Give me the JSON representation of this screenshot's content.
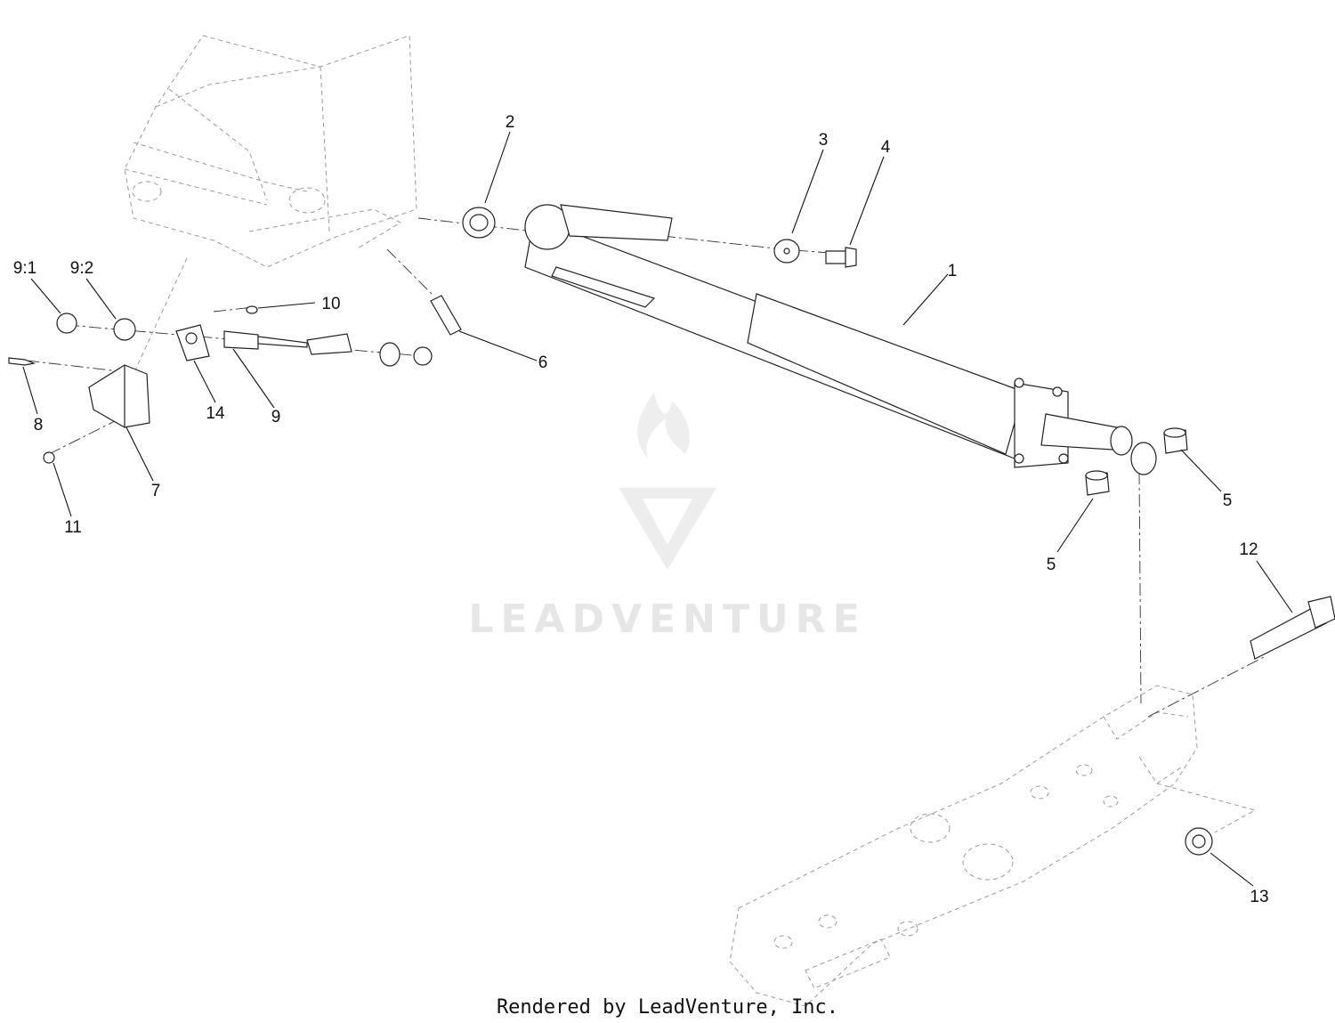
{
  "diagram": {
    "callouts": [
      {
        "id": "c1",
        "text": "1"
      },
      {
        "id": "c2",
        "text": "2"
      },
      {
        "id": "c3",
        "text": "3"
      },
      {
        "id": "c4",
        "text": "4"
      },
      {
        "id": "c5a",
        "text": "5"
      },
      {
        "id": "c5b",
        "text": "5"
      },
      {
        "id": "c6",
        "text": "6"
      },
      {
        "id": "c7",
        "text": "7"
      },
      {
        "id": "c8",
        "text": "8"
      },
      {
        "id": "c9",
        "text": "9"
      },
      {
        "id": "c91",
        "text": "9:1"
      },
      {
        "id": "c92",
        "text": "9:2"
      },
      {
        "id": "c10",
        "text": "10"
      },
      {
        "id": "c11",
        "text": "11"
      },
      {
        "id": "c12",
        "text": "12"
      },
      {
        "id": "c13",
        "text": "13"
      },
      {
        "id": "c14",
        "text": "14"
      }
    ],
    "watermark": "LEADVENTURE",
    "footer": "Rendered by LeadVenture, Inc."
  }
}
